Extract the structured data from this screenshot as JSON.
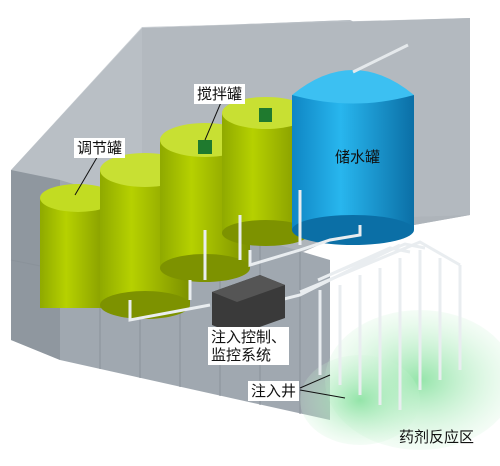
{
  "labels": {
    "adjust_tank": "调节罐",
    "mixing_tank": "搅拌罐",
    "storage_tank": "储水罐",
    "injection_control": "注入控制、\n监控系统",
    "injection_well": "注入井",
    "reaction_zone": "药剂反应区"
  },
  "colors": {
    "container_front": "#9ba3ab",
    "container_top": "#c4c9ce",
    "container_back": "#b7bdc3",
    "tank_green": "#a8c400",
    "tank_green_dark": "#7e9400",
    "tank_blue": "#1aa7e0",
    "tank_blue_dark": "#0a78b0",
    "pipe": "#e8ecef",
    "control_box": "#3a3a3a",
    "reaction_zone": "#9fe6b0"
  }
}
